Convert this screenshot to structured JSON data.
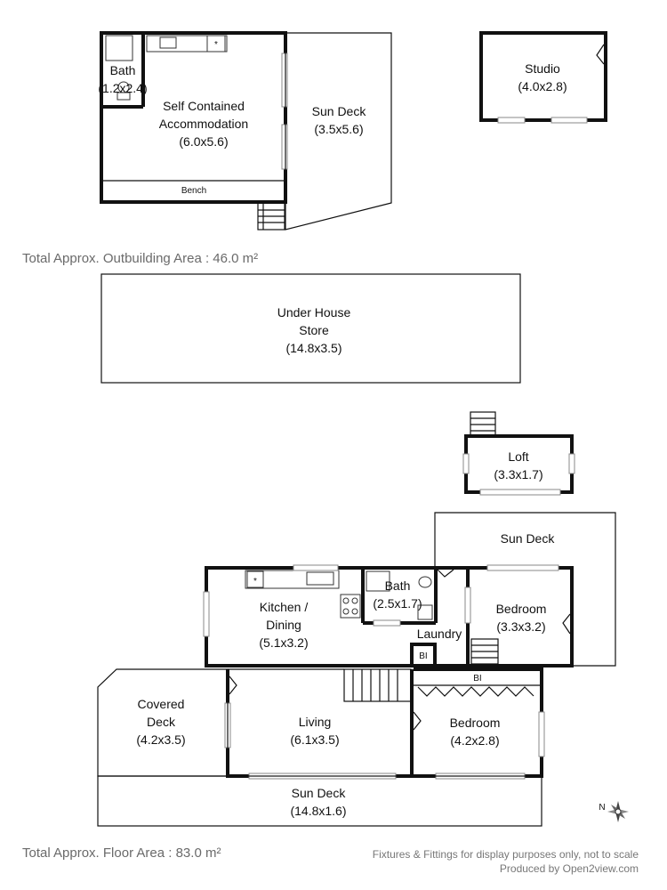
{
  "outbuilding": {
    "bath": {
      "name": "Bath",
      "size": "(1.2x2.4)"
    },
    "accommodation": {
      "line1": "Self Contained",
      "line2": "Accommodation",
      "size": "(6.0x5.6)"
    },
    "bench": "Bench",
    "sun_deck": {
      "name": "Sun Deck",
      "size": "(3.5x5.6)"
    },
    "studio": {
      "name": "Studio",
      "size": "(4.0x2.8)"
    },
    "total_area": "Total Approx. Outbuilding Area : 46.0 m²"
  },
  "under_house": {
    "line1": "Under House",
    "line2": "Store",
    "size": "(14.8x3.5)"
  },
  "house": {
    "loft": {
      "name": "Loft",
      "size": "(3.3x1.7)"
    },
    "sun_deck_top": {
      "name": "Sun Deck"
    },
    "kitchen": {
      "line1": "Kitchen /",
      "line2": "Dining",
      "size": "(5.1x3.2)"
    },
    "bath": {
      "name": "Bath",
      "size": "(2.5x1.7)"
    },
    "laundry": "Laundry",
    "bi_1": "BI",
    "bi_2": "BI",
    "bedroom_1": {
      "name": "Bedroom",
      "size": "(3.3x3.2)"
    },
    "covered_deck": {
      "line1": "Covered",
      "line2": "Deck",
      "size": "(4.2x3.5)"
    },
    "living": {
      "name": "Living",
      "size": "(6.1x3.5)"
    },
    "bedroom_2": {
      "name": "Bedroom",
      "size": "(4.2x2.8)"
    },
    "sun_deck_bottom": {
      "name": "Sun Deck",
      "size": "(14.8x1.6)"
    },
    "total_area": "Total Approx. Floor Area : 83.0 m²"
  },
  "footer": {
    "disclaimer": "Fixtures & Fittings for display purposes only, not to scale",
    "credit": "Produced by Open2view.com"
  },
  "icons": {
    "compass": "compass-rose-icon",
    "stairs": "stairs-icon",
    "door": "door-swing-icon"
  }
}
